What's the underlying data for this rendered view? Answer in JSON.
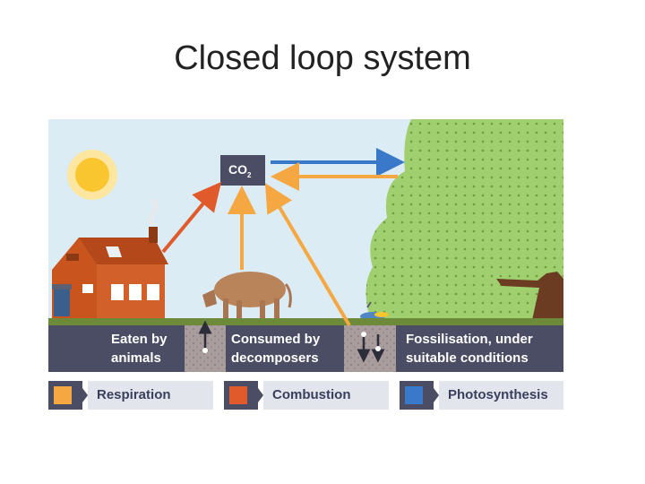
{
  "slide": {
    "title": "Closed loop system"
  },
  "diagram": {
    "co2_label": "CO",
    "co2_subscript": "2",
    "labels": {
      "eaten": [
        "Eaten by",
        "animals"
      ],
      "consumed": [
        "Consumed by",
        "decomposers"
      ],
      "fossil": [
        "Fossilisation, under",
        "suitable conditions"
      ]
    }
  },
  "legend": {
    "items": [
      {
        "label": "Respiration",
        "color": "#f5a742"
      },
      {
        "label": "Combustion",
        "color": "#e05a2b"
      },
      {
        "label": "Photosynthesis",
        "color": "#3a78c9"
      }
    ]
  },
  "colors": {
    "sky": "#dcecf5",
    "ground_band": "#4a4d63",
    "tree_green": "#9fcf6e",
    "house": "#c9541e",
    "cow": "#b9845a"
  }
}
